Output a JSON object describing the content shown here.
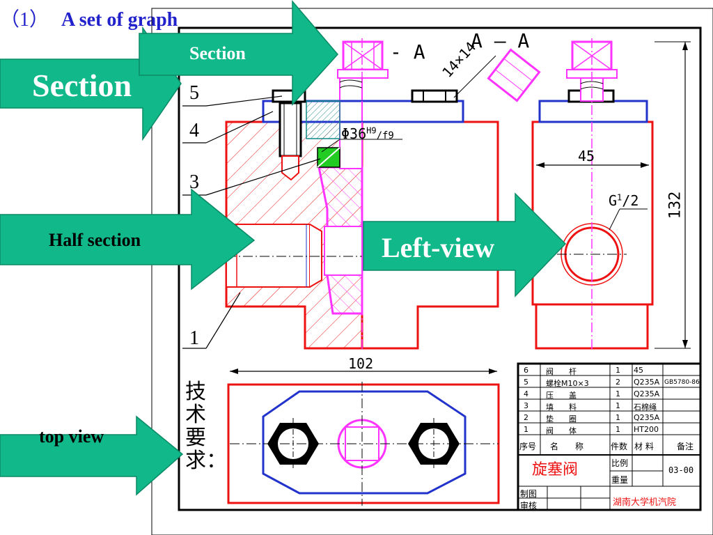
{
  "heading": {
    "number": "（1）",
    "text": "A set of graph"
  },
  "callouts": {
    "section_big": "Section",
    "section_small": "Section",
    "half_section": "Half section",
    "left_view": "Left-view",
    "top_view": "top view"
  },
  "part_labels": [
    "5",
    "4",
    "3",
    "1"
  ],
  "drawing_text": {
    "section_mark": "- A",
    "section_title": "A — A",
    "square_dim": "14×14",
    "fit_dim": "Φ36",
    "fit_sup": "H9",
    "fit_tail": "/f9",
    "dim_45": "45",
    "thread": "G",
    "thread_sup": "1",
    "thread_tail": "/2",
    "dim_132": "132",
    "dim_102": "102",
    "tech_req": "技术要求："
  },
  "title_block": {
    "rows": [
      {
        "no": "6",
        "name": "阀　　杆",
        "qty": "1",
        "mat": "45",
        "note": ""
      },
      {
        "no": "5",
        "name": "螺栓M10×3",
        "qty": "2",
        "mat": "Q235A",
        "note": "GB5780-86"
      },
      {
        "no": "4",
        "name": "压　　盖",
        "qty": "1",
        "mat": "Q235A",
        "note": ""
      },
      {
        "no": "3",
        "name": "填　　料",
        "qty": "1",
        "mat": "石棉绳",
        "note": ""
      },
      {
        "no": "2",
        "name": "垫　　圈",
        "qty": "1",
        "mat": "Q235A",
        "note": ""
      },
      {
        "no": "1",
        "name": "阀　　体",
        "qty": "1",
        "mat": "HT200",
        "note": ""
      }
    ],
    "header": {
      "no": "序号",
      "name": "名　　称",
      "qty": "件数",
      "mat": "材 料",
      "note": "备注"
    },
    "title": "旋塞阀",
    "scale_label": "比例",
    "weight_label": "重量",
    "drawing_no": "03-00",
    "drawn_label": "制图",
    "checked_label": "审核",
    "institution": "湖南大学机汽院"
  },
  "colors": {
    "arrow_fill": "#10b88a",
    "red_line": "#ee1111",
    "blue_line": "#2233cc",
    "magenta": "#ff33ff",
    "heading": "#2222cc"
  }
}
